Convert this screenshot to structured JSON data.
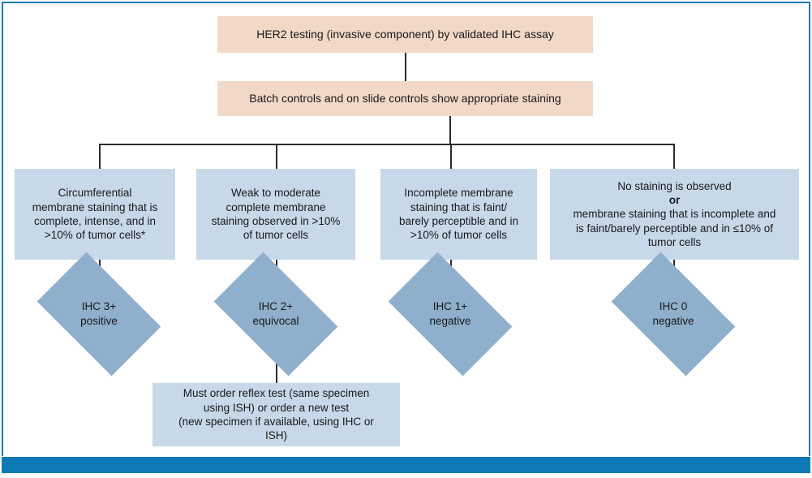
{
  "figure": {
    "title": "HER2 IHC testing algorithm flowchart",
    "colors": {
      "frame_border": "#1b7bb5",
      "bottom_bar": "#0b7ab5",
      "peach_box": "#f2d8c6",
      "blue_box": "#c7d8e8",
      "diamond": "#8fb0cc",
      "connector": "#2b2b2b",
      "text": "#18191b"
    }
  },
  "nodes": {
    "start": {
      "text": "HER2 testing (invasive component) by validated IHC assay"
    },
    "controls": {
      "text": "Batch controls and on slide controls show appropriate staining"
    },
    "criteria": [
      {
        "id": "criteria-3plus",
        "lines": [
          "Circumferential",
          "membrane staining that is",
          "complete, intense, and in",
          ">10% of tumor cells*"
        ]
      },
      {
        "id": "criteria-2plus",
        "lines": [
          "Weak to moderate",
          "complete membrane",
          "staining observed in >10%",
          "of tumor cells"
        ]
      },
      {
        "id": "criteria-1plus",
        "lines": [
          "Incomplete membrane",
          "staining that is faint/",
          "barely perceptible and in",
          ">10% of tumor cells"
        ]
      },
      {
        "id": "criteria-0",
        "lines": [
          "No staining is observed",
          "or",
          "membrane staining that is incomplete and",
          "is faint/barely perceptible and in ≤10% of",
          "tumor cells"
        ],
        "bold_line_index": 1
      }
    ],
    "results": [
      {
        "id": "result-ihc-3plus",
        "line1": "IHC 3+",
        "line2": "positive"
      },
      {
        "id": "result-ihc-2plus",
        "line1": "IHC 2+",
        "line2": "equivocal"
      },
      {
        "id": "result-ihc-1plus",
        "line1": "IHC 1+",
        "line2": "negative"
      },
      {
        "id": "result-ihc-0",
        "line1": "IHC 0",
        "line2": "negative"
      }
    ],
    "reflex": {
      "lines": [
        "Must order reflex test (same specimen",
        "using ISH) or order a new test",
        "(new specimen if available, using IHC or",
        "ISH)"
      ]
    }
  }
}
